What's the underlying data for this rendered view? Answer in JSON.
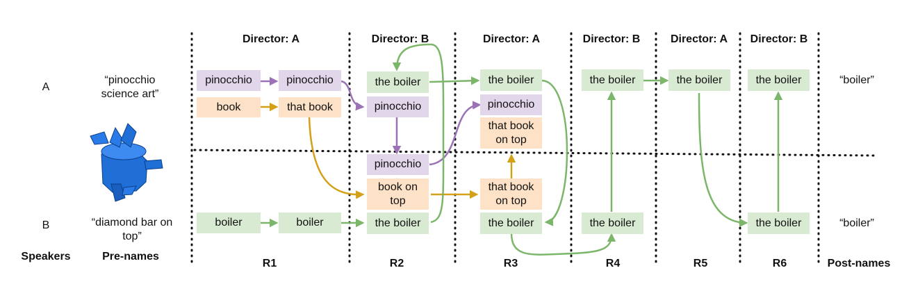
{
  "colors": {
    "green_fill": "#d9ead3",
    "purple_fill": "#e2d6ea",
    "orange_fill": "#fde2c7",
    "green_arrow": "#7cb66a",
    "purple_arrow": "#9b72b6",
    "orange_arrow": "#d4a017"
  },
  "directors": [
    "Director: A",
    "Director: B",
    "Director: A",
    "Director: B",
    "Director: A",
    "Director: B"
  ],
  "speakers": {
    "a": "A",
    "b": "B"
  },
  "prenames": {
    "a": "“pinocchio\nscience art”",
    "b": "“diamond bar on\ntop”"
  },
  "postnames": {
    "a": "“boiler”",
    "b": "“boiler”"
  },
  "footer": {
    "speakers": "Speakers",
    "prenames": "Pre-names",
    "rounds": [
      "R1",
      "R2",
      "R3",
      "R4",
      "R5",
      "R6"
    ],
    "postnames": "Post-names"
  },
  "boxes": {
    "r1_a_pinocchio": "pinocchio",
    "r1_a_book": "book",
    "r1_b_boiler": "boiler",
    "r1b_a_pinocchio": "pinocchio",
    "r1b_a_book": "that book",
    "r1b_b_boiler": "boiler",
    "r2_a_boiler": "the boiler",
    "r2_a_pinocchio": "pinocchio",
    "r2_b_pinocchio": "pinocchio",
    "r2_b_book": "book on\ntop",
    "r2_b_boiler": "the boiler",
    "r3_a_boiler": "the boiler",
    "r3_a_pinocchio": "pinocchio",
    "r3_a_book": "that book\non top",
    "r3_b_book": "that book\non top",
    "r3_b_boiler": "the boiler",
    "r4_a_boiler": "the boiler",
    "r4_b_boiler": "the boiler",
    "r5_a_boiler": "the boiler",
    "r6_a_boiler": "the boiler",
    "r6_b_boiler": "the boiler"
  }
}
